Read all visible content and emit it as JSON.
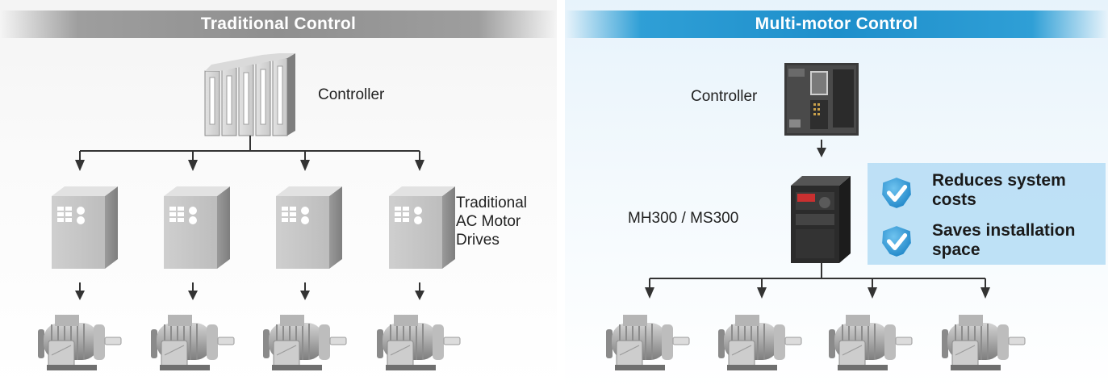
{
  "left": {
    "title": "Traditional Control",
    "controller_label": "Controller",
    "drives_label": [
      "Traditional",
      "AC Motor",
      "Drives"
    ]
  },
  "right": {
    "title": "Multi-motor Control",
    "controller_label": "Controller",
    "drive_label": "MH300 / MS300",
    "benefits": [
      {
        "lines": [
          "Reduces system",
          "costs"
        ]
      },
      {
        "lines": [
          "Saves installation",
          "space"
        ]
      }
    ]
  },
  "icons": [
    "controller-rack-icon",
    "plc-controller-icon",
    "ac-drive-icon",
    "mh300-drive-icon",
    "motor-icon",
    "checkmark-badge-icon",
    "arrow-down-icon"
  ],
  "colors": {
    "left_header": "#8f8f8f",
    "right_header": "#1e8fcb",
    "benefit_box": "#b4dcf4",
    "check_icon": "#2a8fd0"
  }
}
